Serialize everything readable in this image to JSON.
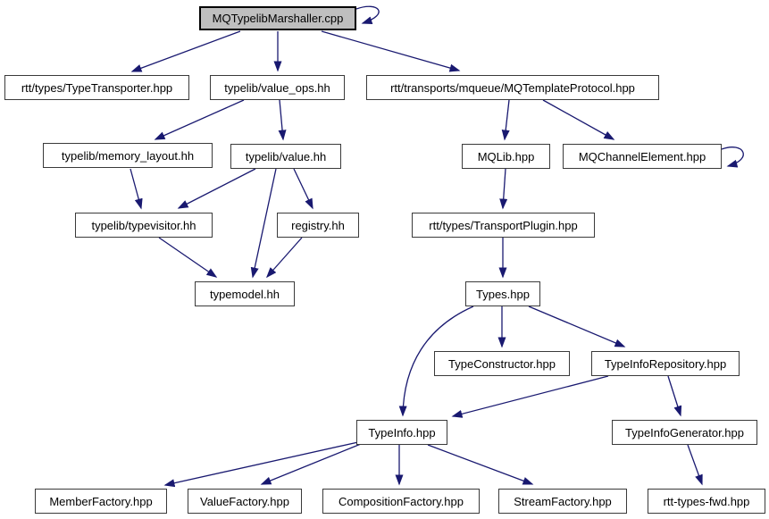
{
  "graph": {
    "type": "include-dependency-graph",
    "edge_color": "#191970",
    "node_fill": "#ffffff",
    "node_border_color": "#3a3a3a",
    "root_node_fill": "#bfbfbf",
    "root_node_border_color": "#000000",
    "nodes": {
      "root": {
        "label": "MQTypelibMarshaller.cpp"
      },
      "typetransporter": {
        "label": "rtt/types/TypeTransporter.hpp"
      },
      "value_ops": {
        "label": "typelib/value_ops.hh"
      },
      "mqtemplateprotocol": {
        "label": "rtt/transports/mqueue/MQTemplateProtocol.hpp"
      },
      "memory_layout": {
        "label": "typelib/memory_layout.hh"
      },
      "value": {
        "label": "typelib/value.hh"
      },
      "mqlib": {
        "label": "MQLib.hpp"
      },
      "mqchannelelement": {
        "label": "MQChannelElement.hpp"
      },
      "typevisitor": {
        "label": "typelib/typevisitor.hh"
      },
      "registry": {
        "label": "registry.hh"
      },
      "transportplugin": {
        "label": "rtt/types/TransportPlugin.hpp"
      },
      "typemodel": {
        "label": "typemodel.hh"
      },
      "types": {
        "label": "Types.hpp"
      },
      "typeconstructor": {
        "label": "TypeConstructor.hpp"
      },
      "typeinforepository": {
        "label": "TypeInfoRepository.hpp"
      },
      "typeinfo": {
        "label": "TypeInfo.hpp"
      },
      "typeinfogenerator": {
        "label": "TypeInfoGenerator.hpp"
      },
      "memberfactory": {
        "label": "MemberFactory.hpp"
      },
      "valuefactory": {
        "label": "ValueFactory.hpp"
      },
      "compositionfactory": {
        "label": "CompositionFactory.hpp"
      },
      "streamfactory": {
        "label": "StreamFactory.hpp"
      },
      "rtt_types_fwd": {
        "label": "rtt-types-fwd.hpp"
      }
    },
    "edges": [
      {
        "from": "MQTypelibMarshaller.cpp",
        "to": "MQTypelibMarshaller.cpp"
      },
      {
        "from": "MQTypelibMarshaller.cpp",
        "to": "rtt/types/TypeTransporter.hpp"
      },
      {
        "from": "MQTypelibMarshaller.cpp",
        "to": "typelib/value_ops.hh"
      },
      {
        "from": "MQTypelibMarshaller.cpp",
        "to": "rtt/transports/mqueue/MQTemplateProtocol.hpp"
      },
      {
        "from": "typelib/value_ops.hh",
        "to": "typelib/memory_layout.hh"
      },
      {
        "from": "typelib/value_ops.hh",
        "to": "typelib/value.hh"
      },
      {
        "from": "rtt/transports/mqueue/MQTemplateProtocol.hpp",
        "to": "MQLib.hpp"
      },
      {
        "from": "rtt/transports/mqueue/MQTemplateProtocol.hpp",
        "to": "MQChannelElement.hpp"
      },
      {
        "from": "MQChannelElement.hpp",
        "to": "MQChannelElement.hpp"
      },
      {
        "from": "typelib/memory_layout.hh",
        "to": "typelib/typevisitor.hh"
      },
      {
        "from": "typelib/value.hh",
        "to": "typelib/typevisitor.hh"
      },
      {
        "from": "typelib/value.hh",
        "to": "registry.hh"
      },
      {
        "from": "typelib/value.hh",
        "to": "typemodel.hh"
      },
      {
        "from": "typelib/typevisitor.hh",
        "to": "typemodel.hh"
      },
      {
        "from": "registry.hh",
        "to": "typemodel.hh"
      },
      {
        "from": "MQLib.hpp",
        "to": "rtt/types/TransportPlugin.hpp"
      },
      {
        "from": "rtt/types/TransportPlugin.hpp",
        "to": "Types.hpp"
      },
      {
        "from": "Types.hpp",
        "to": "TypeConstructor.hpp"
      },
      {
        "from": "Types.hpp",
        "to": "TypeInfoRepository.hpp"
      },
      {
        "from": "Types.hpp",
        "to": "TypeInfo.hpp"
      },
      {
        "from": "TypeInfoRepository.hpp",
        "to": "TypeInfo.hpp"
      },
      {
        "from": "TypeInfoRepository.hpp",
        "to": "TypeInfoGenerator.hpp"
      },
      {
        "from": "TypeInfoGenerator.hpp",
        "to": "rtt-types-fwd.hpp"
      },
      {
        "from": "TypeInfo.hpp",
        "to": "MemberFactory.hpp"
      },
      {
        "from": "TypeInfo.hpp",
        "to": "ValueFactory.hpp"
      },
      {
        "from": "TypeInfo.hpp",
        "to": "CompositionFactory.hpp"
      },
      {
        "from": "TypeInfo.hpp",
        "to": "StreamFactory.hpp"
      }
    ]
  }
}
